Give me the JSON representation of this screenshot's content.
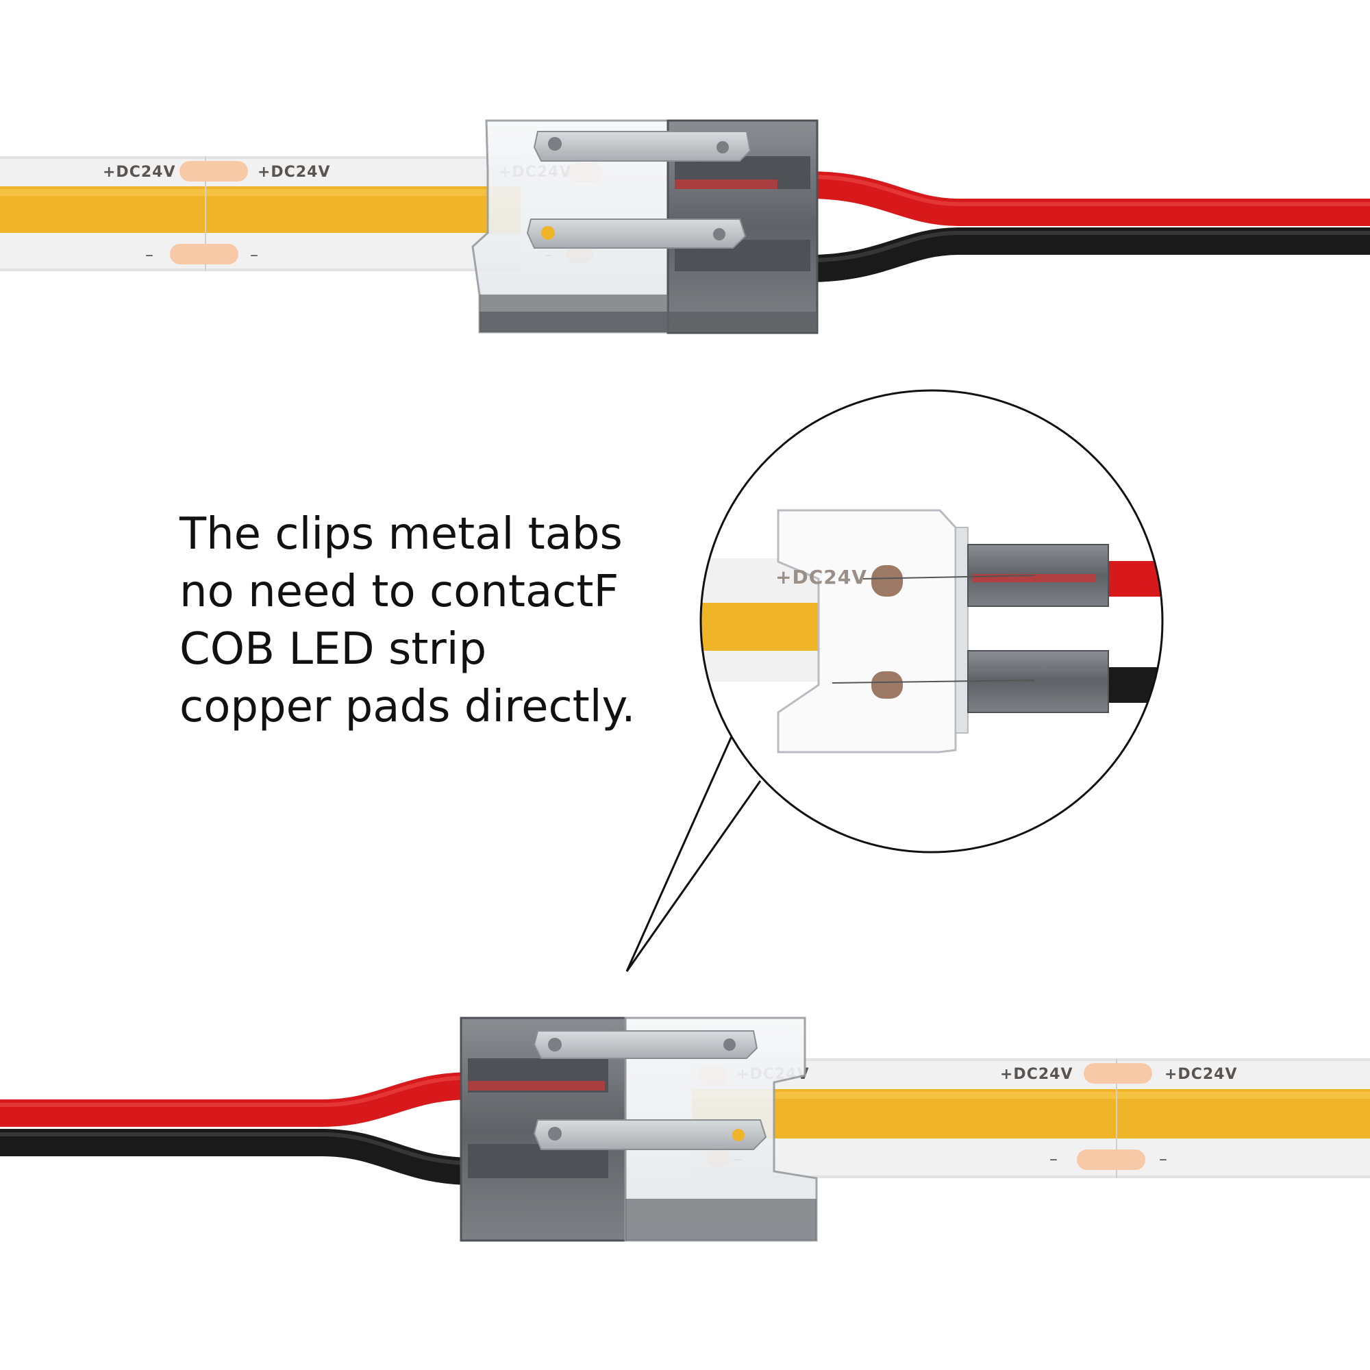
{
  "caption": {
    "lines": [
      "The clips metal tabs",
      "no need to contactF",
      "COB LED strip",
      "copper pads directly."
    ]
  },
  "strip_labels": {
    "positive": "+DC24V",
    "negative": "–"
  },
  "colors": {
    "strip_base": "#f2f2f2",
    "strip_cob": "#f0b429",
    "copper_pad": "#f8c9a6",
    "wire_red": "#d7191c",
    "wire_black": "#1a1a1a",
    "connector_clear": "#e9ecef",
    "connector_dark": "#6f7276",
    "callout_line": "#111111"
  }
}
